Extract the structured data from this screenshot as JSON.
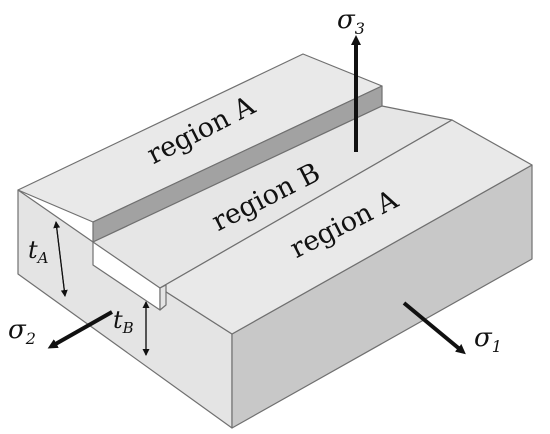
{
  "regions": {
    "a_back": "region A",
    "b_middle": "region B",
    "a_front": "region A"
  },
  "stresses": {
    "s1": {
      "symbol": "σ",
      "subscript": "1"
    },
    "s2": {
      "symbol": "σ",
      "subscript": "2"
    },
    "s3": {
      "symbol": "σ",
      "subscript": "3"
    }
  },
  "thickness": {
    "ta": {
      "symbol": "t",
      "subscript": "A"
    },
    "tb": {
      "symbol": "t",
      "subscript": "B"
    }
  },
  "colors": {
    "top_face": "#e9e9e9",
    "front_face": "#e4e4e4",
    "right_face": "#c8c8c8",
    "groove_wall": "#a2a2a2",
    "outline": "#707070",
    "ink": "#111111"
  }
}
